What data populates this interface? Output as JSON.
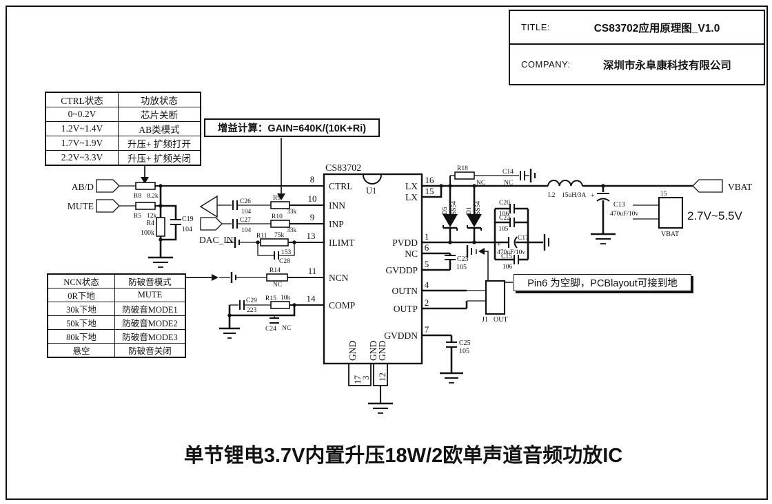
{
  "title_block": {
    "title_label": "TITLE:",
    "title_value": "CS83702应用原理图_V1.0",
    "company_label": "COMPANY:",
    "company_value": "深圳市永阜康科技有限公司"
  },
  "ctrl_table": {
    "col1_header": "CTRL状态",
    "col2_header": "功放状态",
    "rows": [
      [
        "0~0.2V",
        "芯片关断"
      ],
      [
        "1.2V~1.4V",
        "AB类模式"
      ],
      [
        "1.7V~1.9V",
        "升压+ 扩频打开"
      ],
      [
        "2.2V~3.3V",
        "升压+ 扩频关闭"
      ]
    ]
  },
  "ncn_table": {
    "col1_header": "NCN状态",
    "col2_header": "防破音模式",
    "rows": [
      [
        "0R下地",
        "MUTE"
      ],
      [
        "30k下地",
        "防破音MODE1"
      ],
      [
        "50k下地",
        "防破音MODE2"
      ],
      [
        "80k下地",
        "防破音MODE3"
      ],
      [
        "悬空",
        "防破音关闭"
      ]
    ]
  },
  "notes": {
    "gain": "增益计算：GAIN=640K/(10K+Ri)",
    "pin6": "Pin6 为空脚，PCBlayout可接到地"
  },
  "caption": "单节锂电3.7V内置升压18W/2欧单声道音频功放IC",
  "ic": {
    "part": "CS83702",
    "ref": "U1",
    "gnd_label": "GND",
    "left_pins": [
      {
        "num": "8",
        "name": "CTRL"
      },
      {
        "num": "10",
        "name": "INN"
      },
      {
        "num": "9",
        "name": "INP"
      },
      {
        "num": "13",
        "name": "ILIMT"
      },
      {
        "num": "11",
        "name": "NCN"
      },
      {
        "num": "14",
        "name": "COMP"
      }
    ],
    "right_pins": [
      {
        "num": "16",
        "name": "LX"
      },
      {
        "num": "15",
        "name": "LX"
      },
      {
        "num": "1",
        "name": "PVDD"
      },
      {
        "num": "6",
        "name": "NC"
      },
      {
        "num": "5",
        "name": "GVDDP"
      },
      {
        "num": "4",
        "name": "OUTN"
      },
      {
        "num": "2",
        "name": "OUTP"
      },
      {
        "num": "7",
        "name": "GVDDN"
      }
    ],
    "bottom_pin_nums": [
      "17",
      "3",
      "12"
    ]
  },
  "connectors": {
    "abd": "AB/D",
    "mute": "MUTE",
    "dac_in": "DAC_IN",
    "vbat_flag": "VBAT",
    "vbat_box": {
      "pin": "15",
      "name": "VBAT"
    },
    "j1": {
      "ref": "J1",
      "name": "OUT"
    },
    "voltage_range": "2.7V~5.5V"
  },
  "components": {
    "r4": {
      "ref": "R4",
      "val": "100k"
    },
    "r5": {
      "ref": "R5",
      "val": "12k"
    },
    "r8": {
      "ref": "R8",
      "val": "8.2k"
    },
    "r9": {
      "ref": "R9",
      "val": "33k"
    },
    "r10": {
      "ref": "R10",
      "val": "33k"
    },
    "r11": {
      "ref": "R11",
      "val": "75k"
    },
    "r14": {
      "ref": "R14",
      "val": "NC"
    },
    "r15": {
      "ref": "R15",
      "val": "10k"
    },
    "r18": {
      "ref": "R18",
      "val": "NC"
    },
    "c13": {
      "ref": "C13",
      "val": "470uF/10v",
      "polarity": "+"
    },
    "c14": {
      "ref": "C14",
      "val": "NC"
    },
    "c15": {
      "ref": "C15",
      "val": "106"
    },
    "c17": {
      "ref": "C17",
      "val": "470uF/10v",
      "polarity": "+"
    },
    "c19": {
      "ref": "C19",
      "val": "104"
    },
    "c20": {
      "ref": "C20",
      "val": "106"
    },
    "c22": {
      "ref": "C22",
      "val": "105"
    },
    "c23": {
      "ref": "C23",
      "val": "105"
    },
    "c24": {
      "ref": "C24",
      "val": "NC"
    },
    "c25": {
      "ref": "C25",
      "val": "105"
    },
    "c26": {
      "ref": "C26",
      "val": "104"
    },
    "c27": {
      "ref": "C27",
      "val": "104"
    },
    "c28": {
      "ref": "C28",
      "val": "153"
    },
    "c29": {
      "ref": "C29",
      "val": "223"
    },
    "l2": {
      "ref": "L2",
      "val": "15uH/3A"
    },
    "d5": {
      "ref": "D5",
      "val": "SS54"
    },
    "d1": {
      "ref": "D1",
      "val": "SS54"
    }
  }
}
